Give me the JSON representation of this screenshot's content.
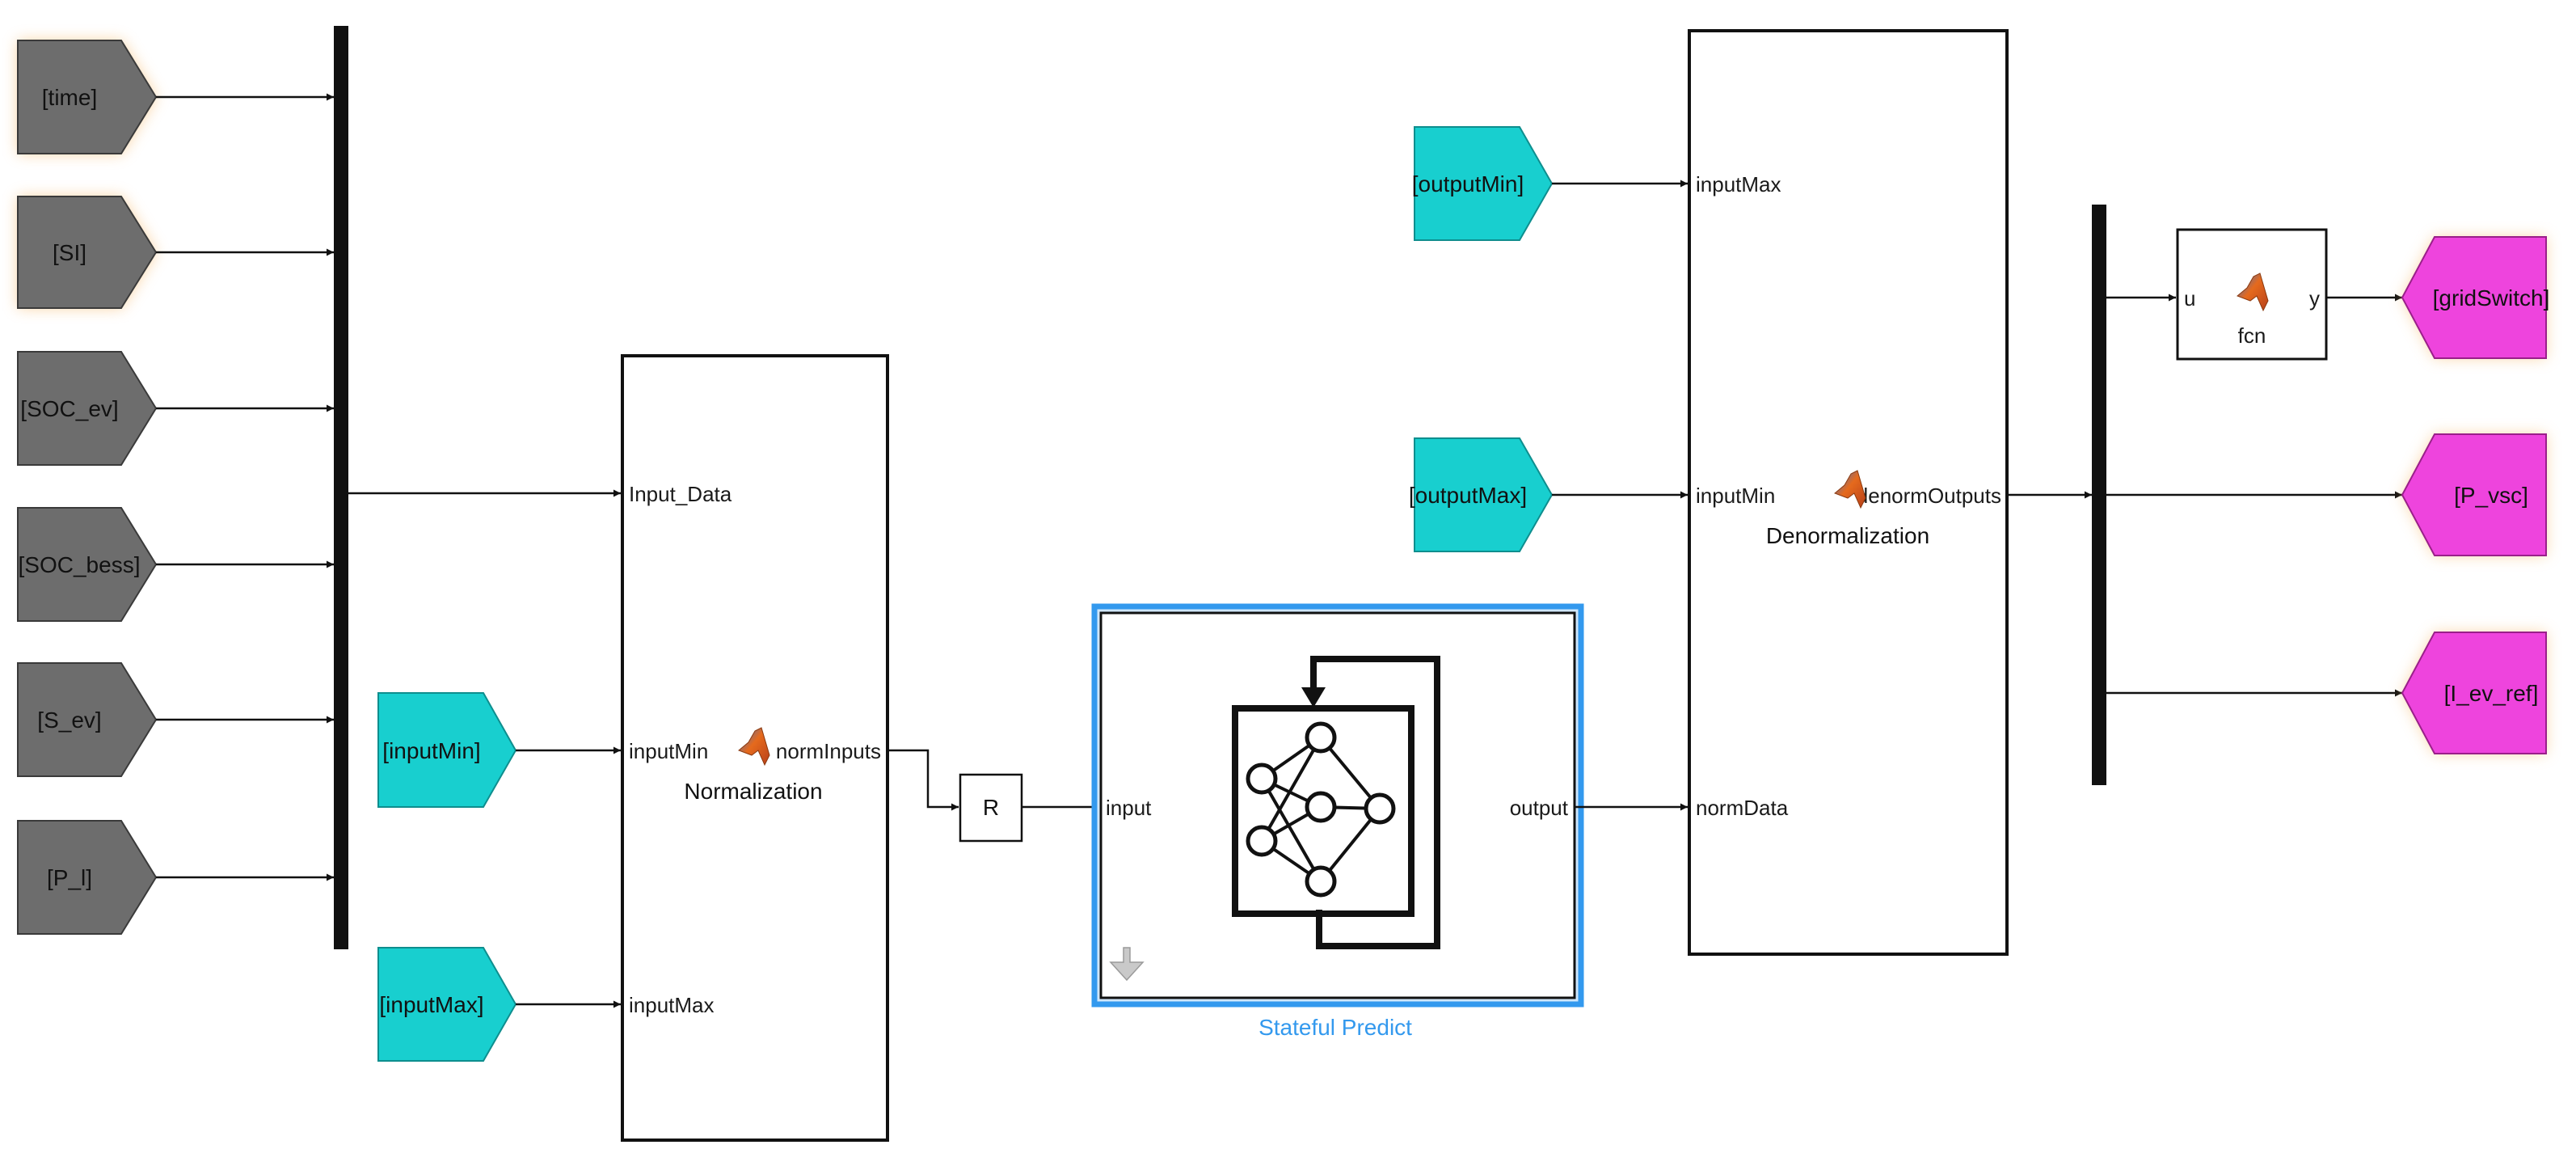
{
  "diagram": {
    "colors": {
      "goto_from_gray": "#6d6d6d",
      "from_cyan": "#18cfcf",
      "goto_magenta": "#ee44dd",
      "highlight_glow": "#f5b05a",
      "selection_blue": "#3399ee",
      "matlab_orange": "#e56a1d"
    },
    "input_tags": [
      "[time]",
      "[SI]",
      "[SOC_ev]",
      "[SOC_bess]",
      "[S_ev]",
      "[P_l]"
    ],
    "input_min_tag": "[inputMin]",
    "input_max_tag": "[inputMax]",
    "normalization": {
      "name": "Normalization",
      "ports_in": [
        "Input_Data",
        "inputMin",
        "inputMax"
      ],
      "port_out": "normInputs",
      "icon": "matlab-function-icon"
    },
    "reshape_block": {
      "label": "R"
    },
    "stateful_predict": {
      "name": "Stateful Predict",
      "port_in": "input",
      "port_out": "output",
      "icon": "recurrent-neural-network-icon"
    },
    "output_min_tag": "[outputMin]",
    "output_max_tag": "[outputMax]",
    "denormalization": {
      "name": "Denormalization",
      "ports_in": [
        "inputMax",
        "inputMin",
        "normData"
      ],
      "port_out": "denormOutputs",
      "icon": "matlab-function-icon"
    },
    "fcn_block": {
      "name": "fcn",
      "port_in": "u",
      "port_out": "y",
      "icon": "matlab-function-icon"
    },
    "output_tags": [
      "[gridSwitch]",
      "[P_vsc]",
      "[I_ev_ref]"
    ]
  }
}
